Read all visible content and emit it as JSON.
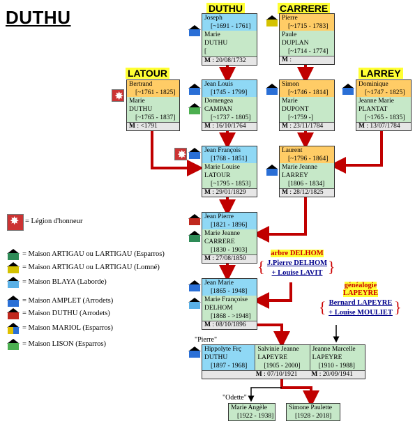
{
  "title": "DUTHU",
  "families": {
    "duthu": "DUTHU",
    "carrere": "CARRERE",
    "latour": "LATOUR",
    "larrey": "LARREY"
  },
  "boxes": {
    "joseph": {
      "man": "Joseph",
      "man_dates": "~1691 - 1761",
      "woman": "Marie",
      "woman_surname": "DUTHU",
      "woman_dates": "",
      "m": "M",
      "m_date": ": 20/08/1732"
    },
    "pierre": {
      "man": "Pierre",
      "man_dates": "~1715 - 1783",
      "woman": "Paule",
      "woman_surname": "DUPLAN",
      "woman_dates": "~1714 - 1774",
      "m": "M",
      "m_date": ":"
    },
    "bertrand": {
      "man": "Bertrand",
      "man_dates": "~1761 - 1825",
      "woman": "Marie",
      "woman_surname": "DUTHU",
      "woman_dates": "~1765 - 1837",
      "m": "M",
      "m_date": ": <1791"
    },
    "jeanlouis": {
      "man": "Jean Louis",
      "man_dates": "1745 - 1799",
      "woman": "Domengea",
      "woman_surname": "CAMPAN",
      "woman_dates": "~1737 - 1805",
      "m": "M",
      "m_date": ": 16/10/1764"
    },
    "simon": {
      "man": "Simon",
      "man_dates": "~1746 - 1814",
      "woman": "Marie",
      "woman_surname": "DUPONT",
      "woman_dates": "~1759 -",
      "m": "M",
      "m_date": ": 23/11/1784"
    },
    "dominique": {
      "man": "Dominique",
      "man_dates": "~1747 - 1825",
      "woman": "Jeanne Marie",
      "woman_surname": "PLANTAT",
      "woman_dates": "~1765 - 1835",
      "m": "M",
      "m_date": ": 13/07/1784"
    },
    "jeanfrancois": {
      "man": "Jean François",
      "man_dates": "1768 - 1851",
      "woman": "Marie Louise",
      "woman_surname": "LATOUR",
      "woman_dates": "~1795 - 1853",
      "m": "M",
      "m_date": ": 29/01/1829"
    },
    "laurent": {
      "man": "Laurent",
      "man_dates": "~1796 - 1864",
      "woman": "Marie Jeanne",
      "woman_surname": "LARREY",
      "woman_dates": "1806 - 1834",
      "m": "M",
      "m_date": ": 28/12/1825"
    },
    "jeanpierre": {
      "man": "Jean Pierre",
      "man_dates": "1821 - 1896",
      "woman": "Marie Jeanne",
      "woman_surname": "CARRERE",
      "woman_dates": "1830 - 1903",
      "m": "M",
      "m_date": ": 27/08/1850"
    },
    "jeanmarie": {
      "man": "Jean Marie",
      "man_dates": "1865 - 1948",
      "woman": "Marie Françoise",
      "woman_surname": "DELHOM",
      "woman_dates": "1868 - >1948",
      "m": "M",
      "m_date": ": 08/10/1896"
    }
  },
  "bottom": {
    "nick_pierre": "\"Pierre\"",
    "hippolyte": "Hippolyte Frç",
    "hippolyte_surname": "DUTHU",
    "hippolyte_dates": "1897 - 1968",
    "salvinie": "Salvinie Jeanne",
    "salvinie_surname": "LAPEYRE",
    "salvinie_dates": "1905 - 2000",
    "jeanne_marcelle": "Jeanne Marcelle",
    "jm_surname": "LAPEYRE",
    "jm_dates": "1910 - 1988",
    "m1": "M",
    "m1_date": ": 07/10/1921",
    "m2": "M",
    "m2_date": ": 20/09/1941",
    "nick_odette": "\"Odette\"",
    "marie_angele": "Marie Angèle",
    "marie_angele_dates": "1922 - 1938",
    "simone": "Simone Paulette",
    "simone_dates": "1928 - 2018"
  },
  "trees": {
    "delhom_label": "arbre DELHOM",
    "delhom_line1": "J.Pierre DELHOM",
    "delhom_line2": "+ Louise LAVIT",
    "lapeyre_label1": "généalogie",
    "lapeyre_label2": "LAPEYRE",
    "lapeyre_line1": "Bernard LAPEYRE",
    "lapeyre_line2": "+ Louise MOULIET"
  },
  "legend": [
    {
      "text": "= Légion d'honneur",
      "icon": "legion-honneur-icon"
    },
    {
      "text": "= Maison ARTIGAU ou LARTIGAU (Esparros)",
      "icon": "house-artigau-esparros-icon",
      "color": "#2e8b57"
    },
    {
      "text": "= Maison ARTIGAU ou LARTIGAU (Lomné)",
      "icon": "house-artigau-lomne-icon",
      "color": "#d4c200"
    },
    {
      "text": "= Maison BLAYA (Laborde)",
      "icon": "house-blaya-icon",
      "color": "#5ab0e6"
    },
    {
      "text": "= Maison AMPLET (Arrodets)",
      "icon": "house-amplet-icon",
      "color": "#2a6fd6"
    },
    {
      "text": "= Maison DUTHU (Arrodets)",
      "icon": "house-duthu-icon",
      "color": "#c0281e"
    },
    {
      "text": "= Maison MARIOL (Esparros)",
      "icon": "house-mariol-icon",
      "color": "#e0c000"
    },
    {
      "text": "= Maison LISON (Esparros)",
      "icon": "house-lison-icon",
      "color": "#4caf50"
    }
  ],
  "colors": {
    "man": "#ffcc66",
    "man_alt": "#8fd8f5",
    "woman": "#c6e8c8",
    "marriage": "#e6e6e6",
    "arrow": "#c00000",
    "label_bg": "#ffff33"
  }
}
